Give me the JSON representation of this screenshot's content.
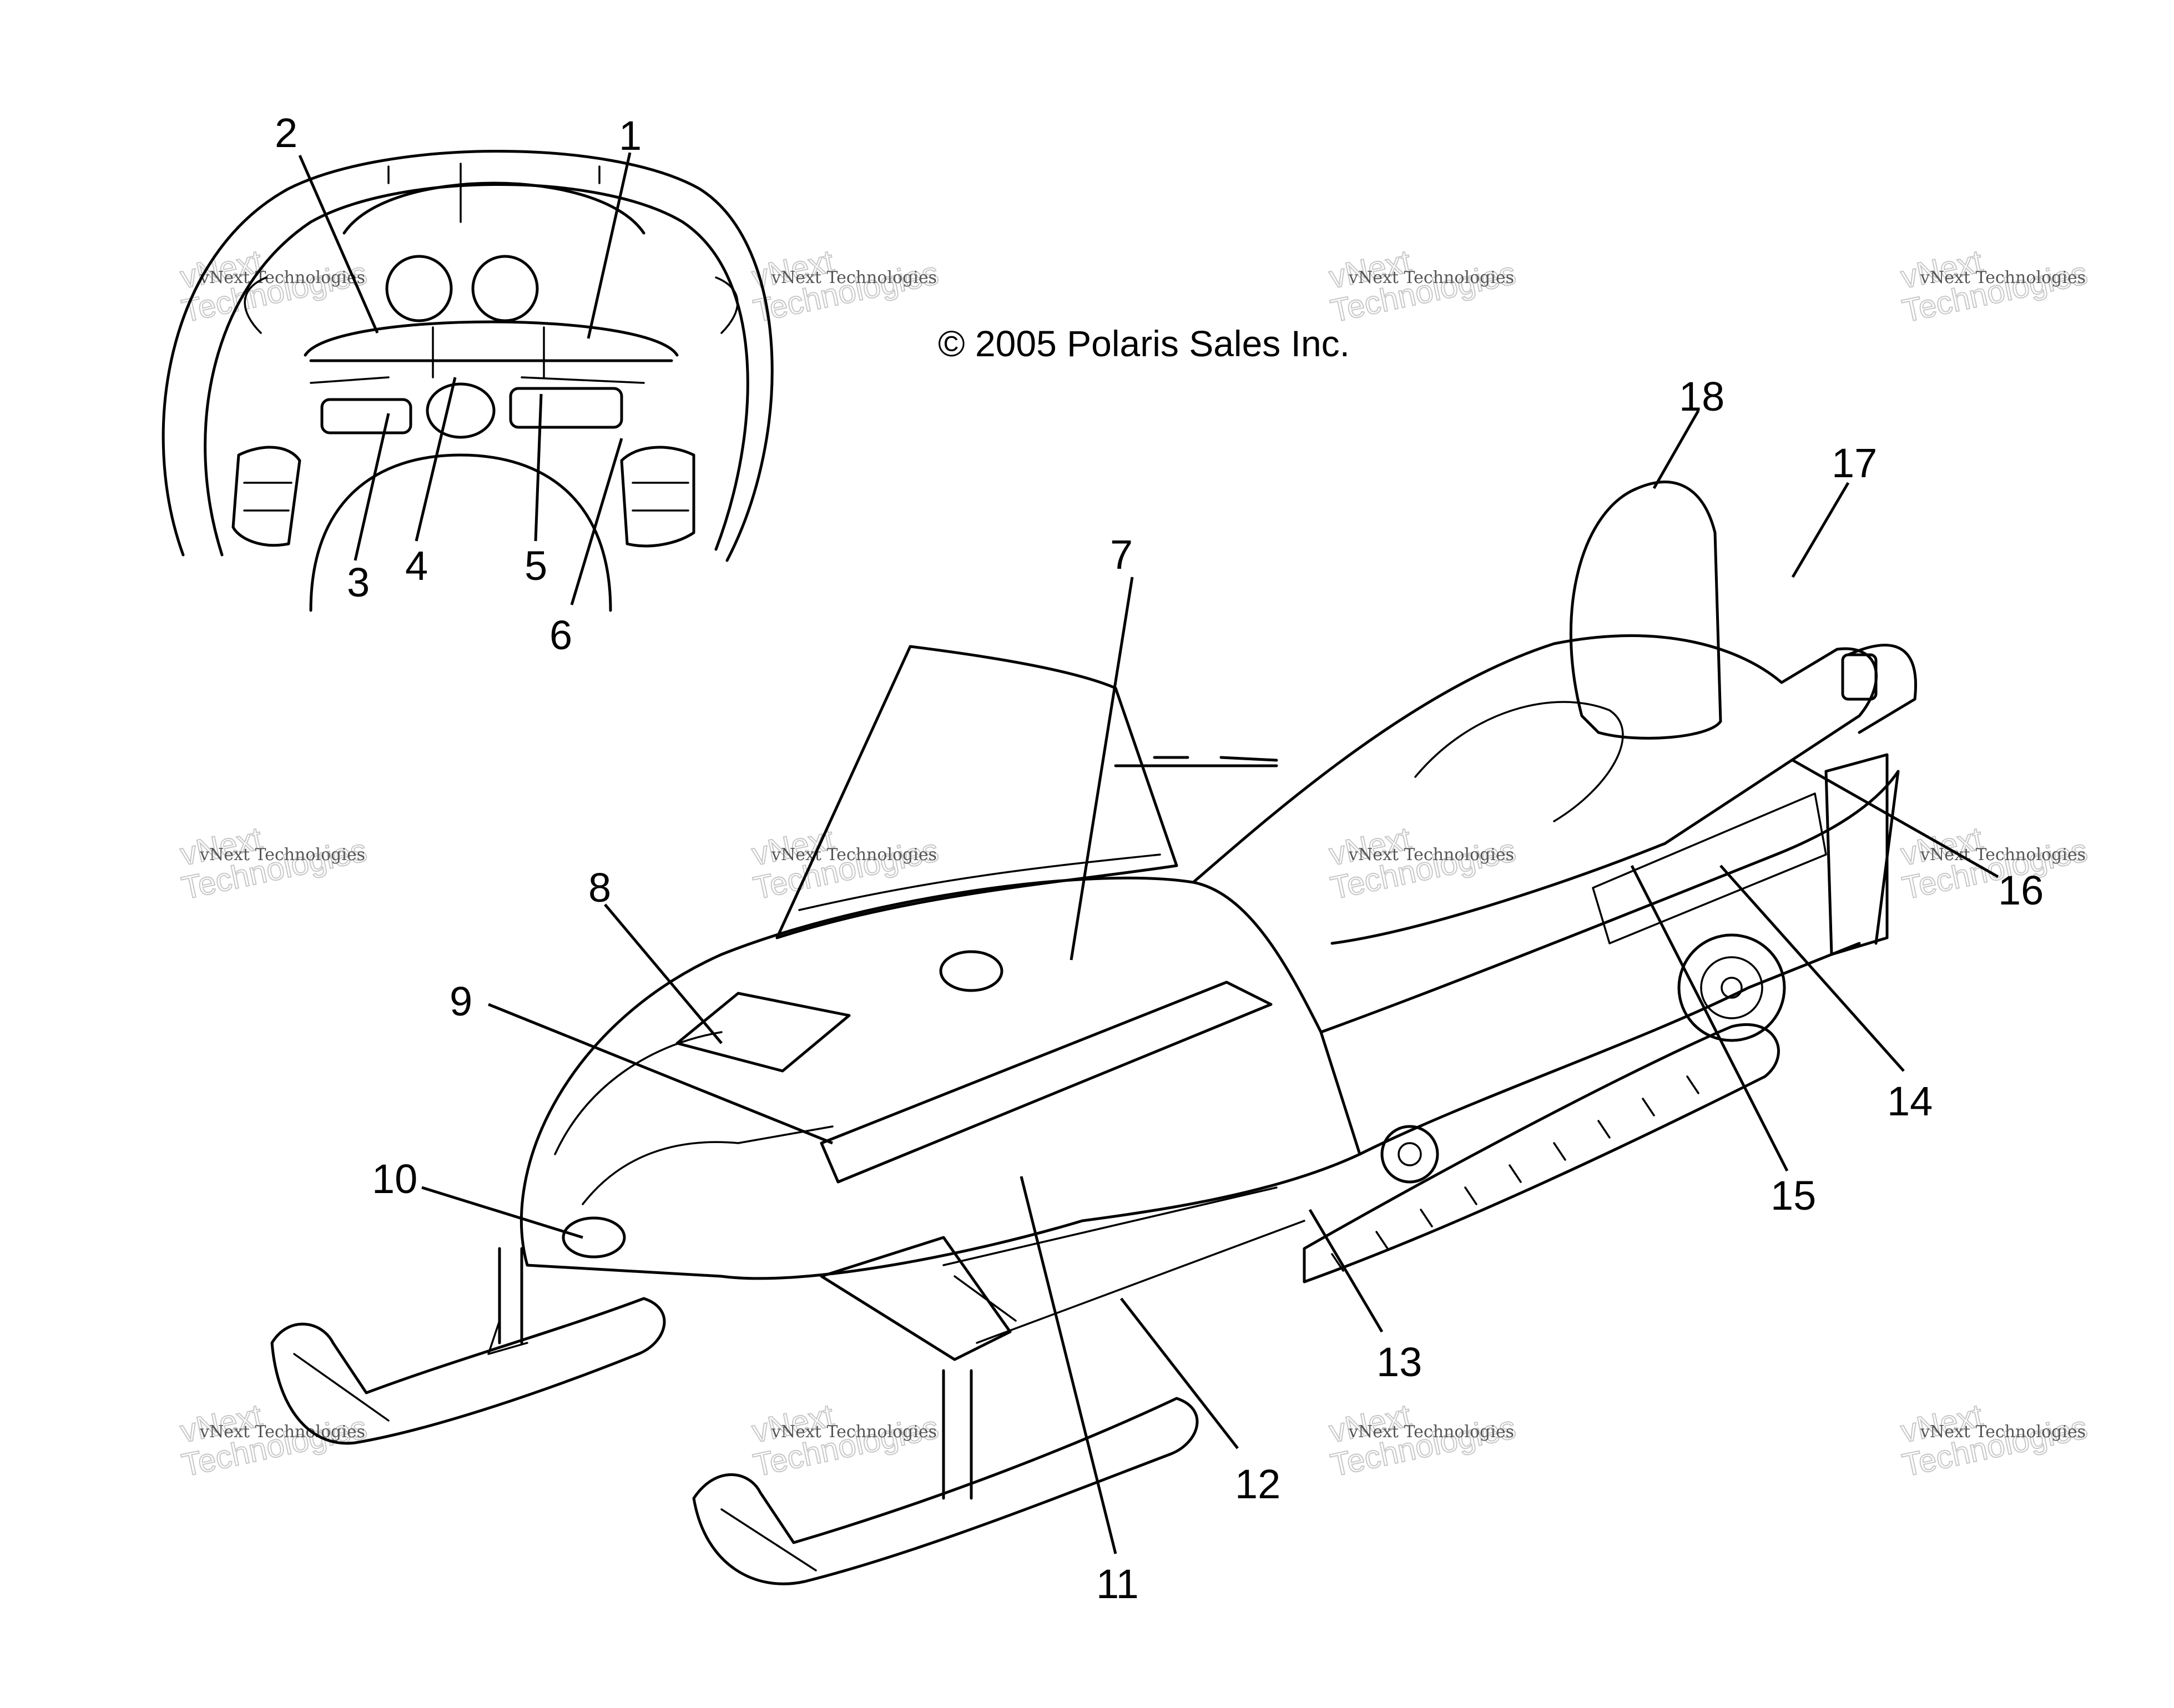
{
  "copyright": "© 2005 Polaris Sales Inc.",
  "watermark": {
    "small_text": "vNext Technologies",
    "large_line1": "vNext",
    "large_line2": "Technologies"
  },
  "callouts": [
    "1",
    "2",
    "3",
    "4",
    "5",
    "6",
    "7",
    "8",
    "9",
    "10",
    "11",
    "12",
    "13",
    "14",
    "15",
    "16",
    "17",
    "18"
  ],
  "colors": {
    "line": "#000000",
    "background": "#ffffff",
    "watermark": "#c8c8c8"
  }
}
